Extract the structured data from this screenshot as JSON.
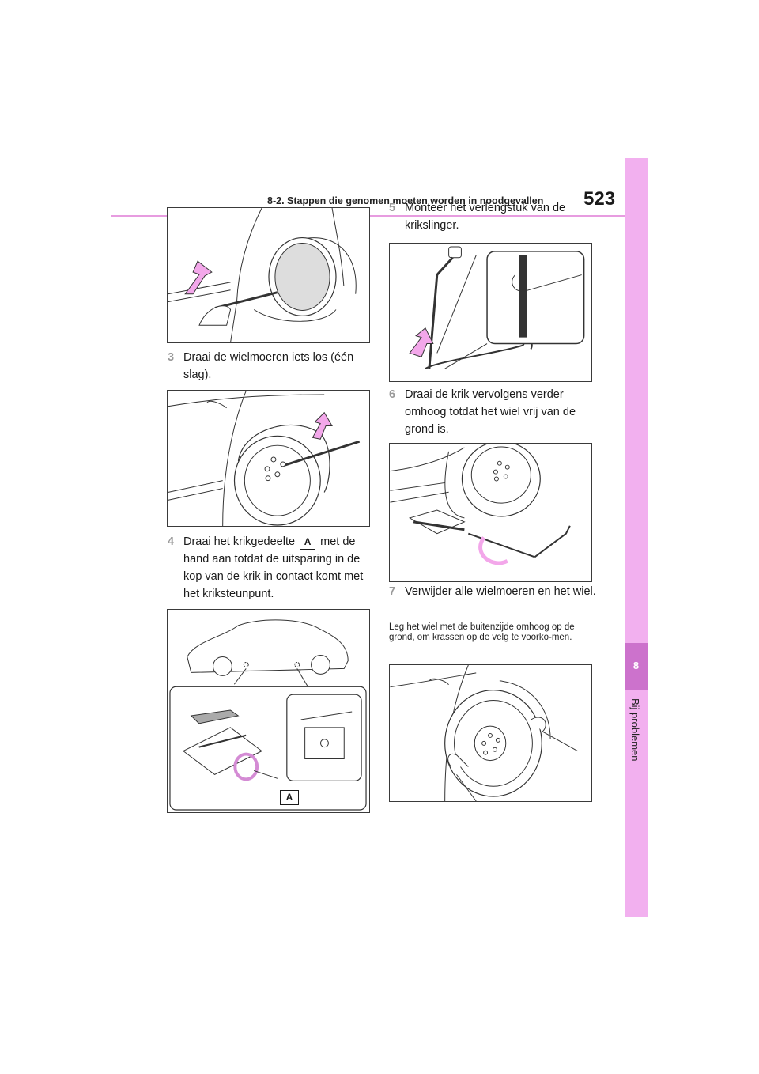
{
  "header": {
    "section_title": "8-2. Stappen die genomen moeten worden in noodgevallen",
    "page_number": "523"
  },
  "side_tab": {
    "chapter_number": "8",
    "chapter_label": "Bij problemen"
  },
  "steps": [
    {
      "number": "3",
      "text": "Draai de wielmoeren iets los (één slag)."
    },
    {
      "number": "4",
      "text_before": "Draai het krikgedeelte",
      "label": "A",
      "text_after": "met de hand aan totdat de uitsparing in de kop van de krik in contact komt met het kriksteunpunt."
    },
    {
      "number": "5",
      "text": "Monteer het verlengstuk van de krikslinger."
    },
    {
      "number": "6",
      "text": "Draai de krik vervolgens verder omhoog totdat het wiel vrij van de grond is."
    },
    {
      "number": "7",
      "text": "Verwijder alle wielmoeren en het wiel."
    }
  ],
  "note": "Leg het wiel met de buitenzijde omhoog op de grond, om krassen op de velg te voorko-men.",
  "figure_callouts": {
    "jack_part": "A"
  },
  "colors": {
    "accent_pink": "#e79ce0",
    "tab_pink": "#f2b0ef",
    "tab_dark": "#cc72cc",
    "arrow_pink": "#f3a7ea"
  }
}
